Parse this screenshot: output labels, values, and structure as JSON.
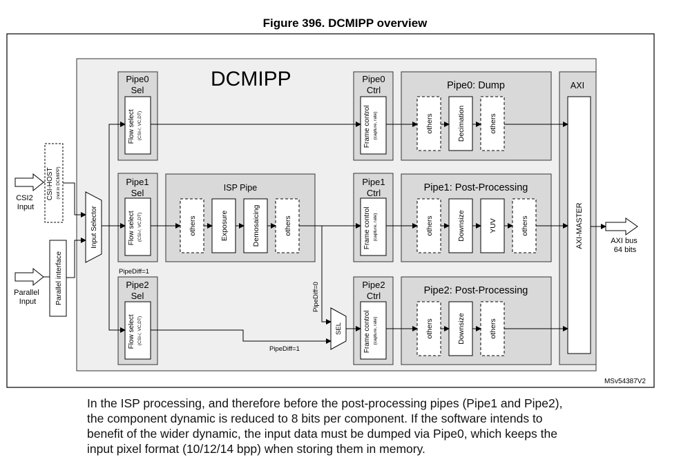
{
  "figure": {
    "title": "Figure 396. DCMIPP overview",
    "ref_code": "MSv54387V2"
  },
  "diagram": {
    "main_label": "DCMIPP",
    "csi_host": {
      "label": "CSI-HOST",
      "note": "(not in DCMIPP)"
    },
    "inputs": {
      "csi2": [
        "CSI2",
        "Input"
      ],
      "parallel": [
        "Parallel",
        "Input"
      ]
    },
    "parallel_interface": "Parallel interface",
    "input_selector": "Input Selector",
    "pipe_sel": [
      {
        "line1": "Pipe0",
        "line2": "Sel"
      },
      {
        "line1": "Pipe1",
        "line2": "Sel"
      },
      {
        "line1": "Pipe2",
        "line2": "Sel"
      }
    ],
    "flow_select": {
      "label": "Flow select",
      "sub": "(CSI-/, VC,DT)"
    },
    "isp_pipe": {
      "title": "ISP Pipe",
      "blocks": [
        "others",
        "Exposure",
        "Demosaicing",
        "others"
      ]
    },
    "pipe_ctrl": [
      {
        "line1": "Pipe0",
        "line2": "Ctrl"
      },
      {
        "line1": "Pipe1",
        "line2": "Ctrl"
      },
      {
        "line1": "Pipe2",
        "line2": "Ctrl"
      }
    ],
    "frame_control": {
      "label": "Frame control",
      "sub": "(capture, rate)"
    },
    "post": [
      {
        "title": "Pipe0: Dump",
        "blocks": [
          "others",
          "Decimation",
          "others"
        ]
      },
      {
        "title": "Pipe1: Post-Processing",
        "blocks": [
          "others",
          "Downsize",
          "YUV",
          "others"
        ]
      },
      {
        "title": "Pipe2: Post-Processing",
        "blocks": [
          "others",
          "Downsize",
          "others"
        ]
      }
    ],
    "axi": {
      "label": "AXI",
      "master": "AXI-MASTER",
      "bus": [
        "AXI bus",
        "64 bits"
      ]
    },
    "sel": "SEL",
    "pipediff": {
      "a": "PipeDiff=1",
      "b": "PipeDiff=0",
      "c": "PipeDiff=1"
    }
  },
  "caption": {
    "lines": [
      "In the ISP processing, and therefore before the post-processing pipes (Pipe1 and Pipe2),",
      "the component dynamic is reduced to 8 bits per component. If the software intends to",
      "benefit of the wider dynamic, the input data must be dumped via Pipe0, which keeps the",
      "input pixel format (10/12/14 bpp) when storing them in memory."
    ]
  }
}
